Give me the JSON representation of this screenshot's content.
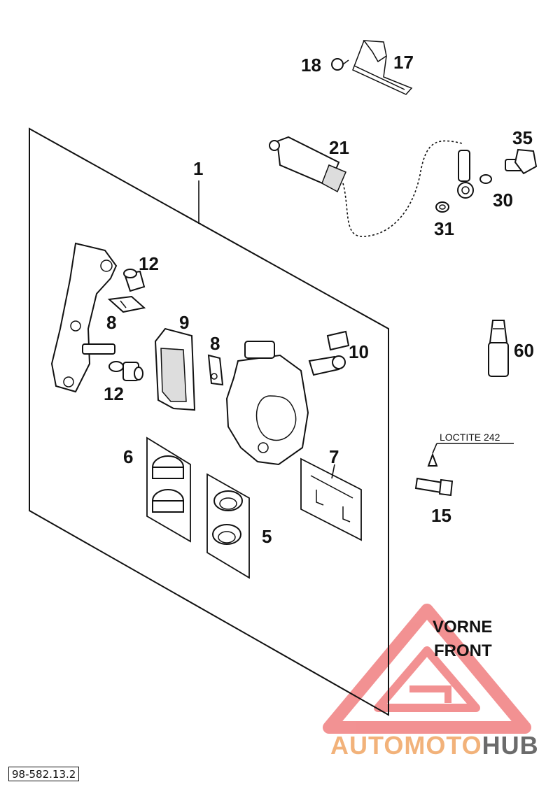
{
  "callouts": {
    "c18": "18",
    "c17": "17",
    "c21": "21",
    "c1": "1",
    "c35": "35",
    "c30": "30",
    "c31": "31",
    "c12a": "12",
    "c8a": "8",
    "c9": "9",
    "c8b": "8",
    "c10": "10",
    "c12b": "12",
    "c60": "60",
    "c6": "6",
    "c7": "7",
    "c5": "5",
    "c15": "15"
  },
  "note_loctite": "LOCTITE 242",
  "front_line1": "VORNE",
  "front_line2": "FRONT",
  "watermark": {
    "part1": "AUTOMOTO",
    "part2": "HUB",
    "color1": "#f2b27a",
    "color2": "#6b6b6b",
    "logo_color": "#e8383a"
  },
  "drawing_number": "98-582.13.2"
}
